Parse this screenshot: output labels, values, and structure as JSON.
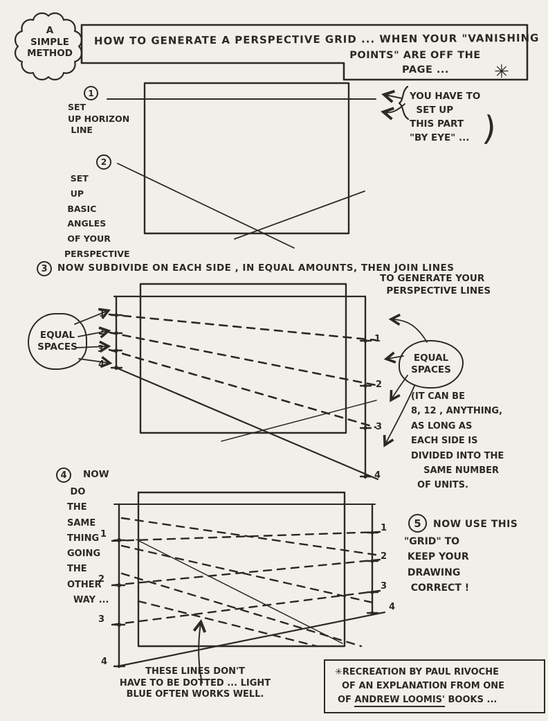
{
  "page": {
    "paper_color": "#f1efea",
    "ink_color": "#2e2821",
    "description": "hand-drawn perspective grid tutorial"
  },
  "badge": {
    "text": "A\nSIMPLE\nMETHOD"
  },
  "title": {
    "line1": "HOW TO GENERATE A PERSPECTIVE GRID ... WHEN YOUR \"VANISHING",
    "line2": "POINTS\" ARE OFF THE",
    "line3": "PAGE ...",
    "asterisk": "✳"
  },
  "steps": {
    "one": {
      "num": "1",
      "label": "SET\nUP HORIZON\n LINE"
    },
    "two": {
      "num": "2",
      "label": "  SET\n  UP\n BASIC\n ANGLES\n OF YOUR\nPERSPECTIVE"
    },
    "three": {
      "num": "3",
      "label": "NOW SUBDIVIDE ON EACH SIDE , IN EQUAL AMOUNTS, THEN JOIN LINES",
      "label2": "TO GENERATE YOUR\n  PERSPECTIVE LINES"
    },
    "four": {
      "num": "4",
      "label_first": "NOW",
      "label_rest": " DO\nTHE\nSAME\nTHING\nGOING\nTHE\nOTHER\n  WAY ..."
    },
    "five": {
      "num": "5",
      "line1": "NOW USE THIS",
      "rest": "\"GRID\" TO\n KEEP YOUR\n DRAWING\n  CORRECT !"
    }
  },
  "notes": {
    "by_eye": {
      "text": "YOU HAVE TO\n  SET UP\nTHIS PART\n\"BY EYE\" ...",
      "paren": ")"
    },
    "units": "(IT CAN BE\n8, 12 , ANYTHING,\nAS LONG AS\nEACH SIDE IS\nDIVIDED INTO THE\n    SAME NUMBER\n  OF UNITS.",
    "dotted": "THESE LINES DON'T\nHAVE TO BE DOTTED ... LIGHT\nBLUE OFTEN WORKS WELL."
  },
  "bubbles": {
    "left": "EQUAL\nSPACES",
    "right": "EQUAL\nSPACES"
  },
  "fig3": {
    "left_ticks": [
      "1",
      "2",
      "3",
      "4"
    ],
    "right_ticks": [
      "1",
      "2",
      "3",
      "4"
    ]
  },
  "fig4": {
    "left_ticks": [
      "1",
      "2",
      "3",
      "4"
    ],
    "right_ticks": [
      "1",
      "2",
      "3",
      "4"
    ]
  },
  "footer": {
    "asterisk": "✳",
    "line1": "RECREATION BY PAUL RIVOCHE",
    "line2": "OF AN EXPLANATION FROM ONE",
    "line3_pre": "OF ",
    "line3_underlined": "ANDREW LOOMIS'",
    "line3_post": " BOOKS ..."
  }
}
